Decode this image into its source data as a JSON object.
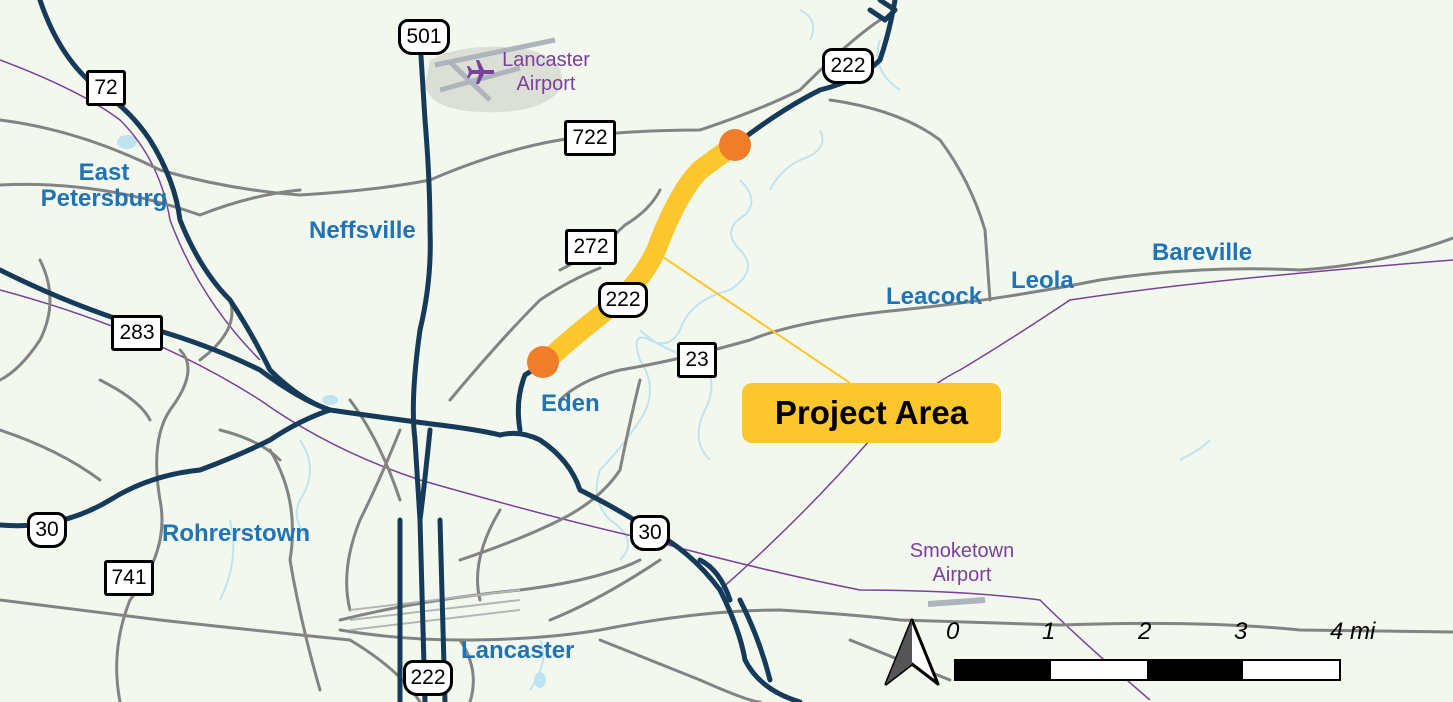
{
  "places": {
    "east_petersburg": "East\nPetersburg",
    "neffsville": "Neffsville",
    "eden": "Eden",
    "rohrerstown": "Rohrerstown",
    "lancaster": "Lancaster",
    "leacock": "Leacock",
    "leola": "Leola",
    "bareville": "Bareville"
  },
  "airports": {
    "lancaster": "Lancaster\nAirport",
    "smoketown": "Smoketown\nAirport"
  },
  "shields": {
    "r72": "72",
    "r501": "501",
    "r222_ne": "222",
    "r722": "722",
    "r272": "272",
    "r222_mid": "222",
    "r283": "283",
    "r23": "23",
    "r30_w": "30",
    "r30_e": "30",
    "r741": "741",
    "r222_s": "222"
  },
  "project_area": "Project Area",
  "scale": {
    "labels": [
      "0",
      "1",
      "2",
      "3",
      "4 mi"
    ]
  },
  "colors": {
    "land": "#f3f8ee",
    "water": "#bfe3f0",
    "highway": "#163b5a",
    "road": "#838383",
    "rail": "#7b3f9c",
    "project": "#fcc72d",
    "endpoint": "#f07d2a",
    "place_label": "#1f73b6"
  }
}
